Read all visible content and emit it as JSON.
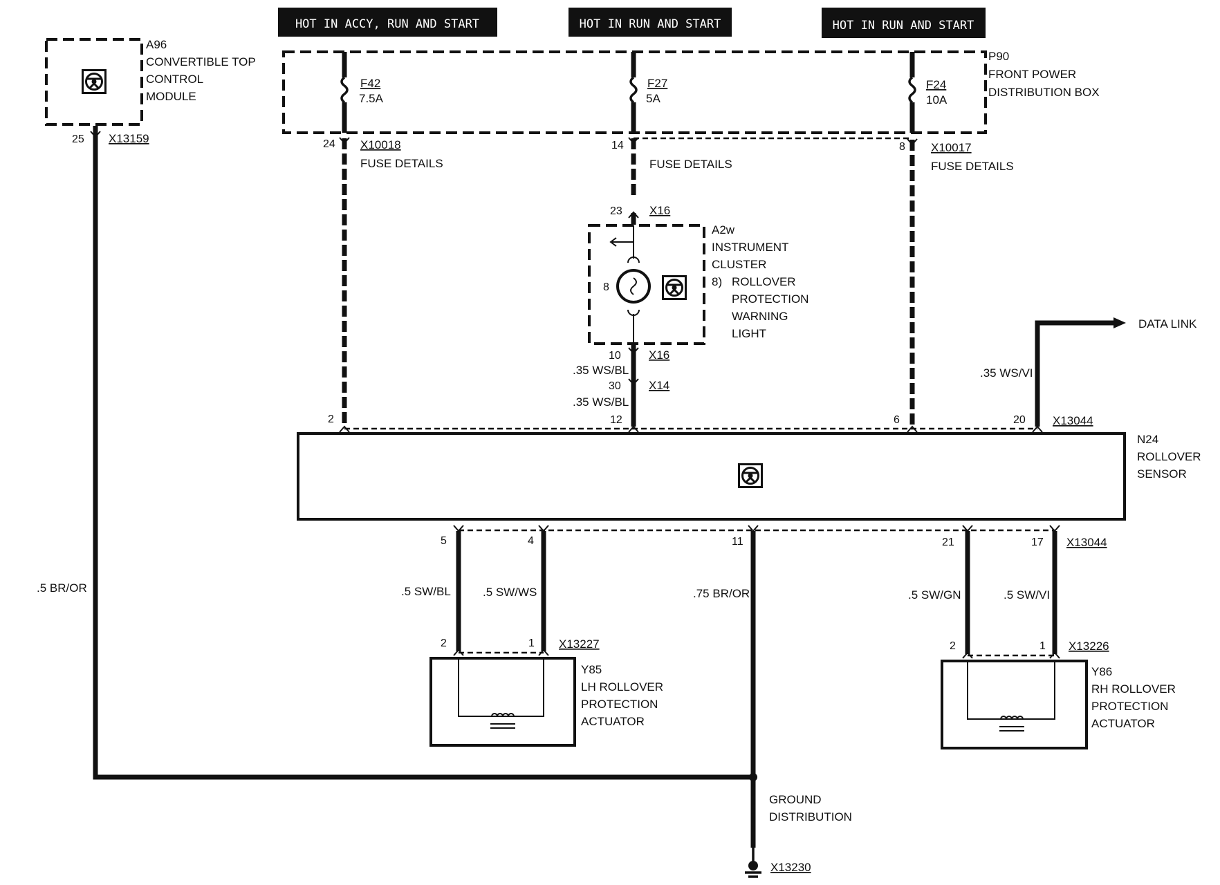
{
  "headers": {
    "accy": "HOT IN ACCY, RUN AND START",
    "run1": "HOT IN RUN AND START",
    "run2": "HOT IN RUN AND START"
  },
  "fuses": {
    "f42": {
      "name": "F42",
      "rating": "7.5A"
    },
    "f27": {
      "name": "F27",
      "rating": "5A"
    },
    "f24": {
      "name": "F24",
      "rating": "10A"
    }
  },
  "power_box": {
    "id": "P90",
    "line1": "FRONT POWER",
    "line2": "DISTRIBUTION BOX"
  },
  "module_a96": {
    "id": "A96",
    "line1": "CONVERTIBLE TOP",
    "line2": "CONTROL",
    "line3": "MODULE",
    "pin": "25",
    "connector": "X13159"
  },
  "fuse_details": {
    "left": {
      "pin": "24",
      "connector": "X10018",
      "label": "FUSE DETAILS"
    },
    "center": {
      "pin": "14",
      "label": "FUSE DETAILS"
    },
    "right": {
      "pin": "8",
      "connector": "X10017",
      "label": "FUSE DETAILS"
    }
  },
  "cluster": {
    "id": "A2w",
    "line1": "INSTRUMENT",
    "line2": "CLUSTER",
    "item_no": "8)",
    "item1": "ROLLOVER",
    "item2": "PROTECTION",
    "item3": "WARNING",
    "item4": "LIGHT",
    "bulb_no": "8",
    "pin_top": "23",
    "conn_top": "X16",
    "pin_bottom": "10",
    "conn_bottom": "X16",
    "wire1": ".35 WS/BL",
    "pin_x14": "30",
    "conn_x14": "X14",
    "wire2": ".35 WS/BL"
  },
  "data_link": {
    "label": "DATA LINK",
    "wire": ".35 WS/VI"
  },
  "sensor": {
    "id": "N24",
    "line1": "ROLLOVER",
    "line2": "SENSOR",
    "top_pins": [
      "2",
      "12",
      "6",
      "20"
    ],
    "top_connector": "X13044",
    "bottom_pins": [
      "5",
      "4",
      "11",
      "21",
      "17"
    ],
    "bottom_connector": "X13044"
  },
  "wires": {
    "a96": ".5 BR/OR",
    "pin5": ".5 SW/BL",
    "pin4": ".5 SW/WS",
    "pin11": ".75 BR/OR",
    "pin21": ".5 SW/GN",
    "pin17": ".5 SW/VI"
  },
  "lh_actuator": {
    "id": "Y85",
    "line1": "LH ROLLOVER",
    "line2": "PROTECTION",
    "line3": "ACTUATOR",
    "pin_a": "2",
    "pin_b": "1",
    "connector": "X13227"
  },
  "rh_actuator": {
    "id": "Y86",
    "line1": "RH ROLLOVER",
    "line2": "PROTECTION",
    "line3": "ACTUATOR",
    "pin_a": "2",
    "pin_b": "1",
    "connector": "X13226"
  },
  "ground": {
    "line1": "GROUND",
    "line2": "DISTRIBUTION",
    "connector": "X13230"
  }
}
